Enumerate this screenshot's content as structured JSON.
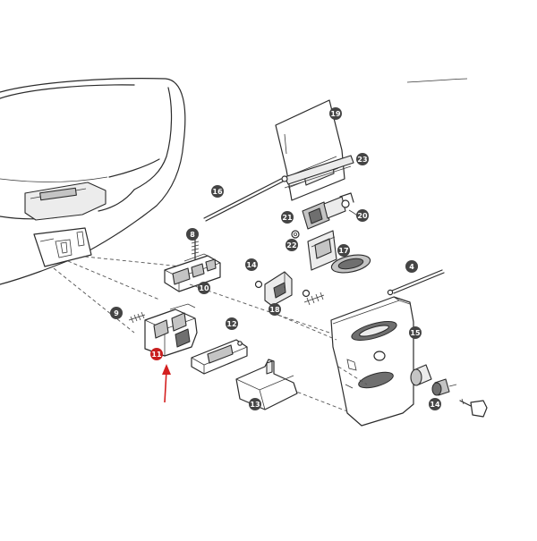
{
  "diagram": {
    "highlighted_part": "11",
    "colors": {
      "arrow": "#d42020",
      "highlight_badge": "#c81e1e",
      "badge": "#444444",
      "line": "#2b2b2b"
    },
    "parts": [
      {
        "id": "p19",
        "label": "19"
      },
      {
        "id": "p23",
        "label": "23"
      },
      {
        "id": "p16",
        "label": "16"
      },
      {
        "id": "p21",
        "label": "21"
      },
      {
        "id": "p20",
        "label": "20"
      },
      {
        "id": "p22",
        "label": "22"
      },
      {
        "id": "p17",
        "label": "17"
      },
      {
        "id": "p8",
        "label": "8"
      },
      {
        "id": "p10",
        "label": "10"
      },
      {
        "id": "p14a",
        "label": "14"
      },
      {
        "id": "p18",
        "label": "18"
      },
      {
        "id": "p4",
        "label": "4"
      },
      {
        "id": "p9",
        "label": "9"
      },
      {
        "id": "p11",
        "label": "11"
      },
      {
        "id": "p12",
        "label": "12"
      },
      {
        "id": "p15",
        "label": "15"
      },
      {
        "id": "p13",
        "label": "13"
      },
      {
        "id": "p14b",
        "label": "14"
      }
    ]
  }
}
